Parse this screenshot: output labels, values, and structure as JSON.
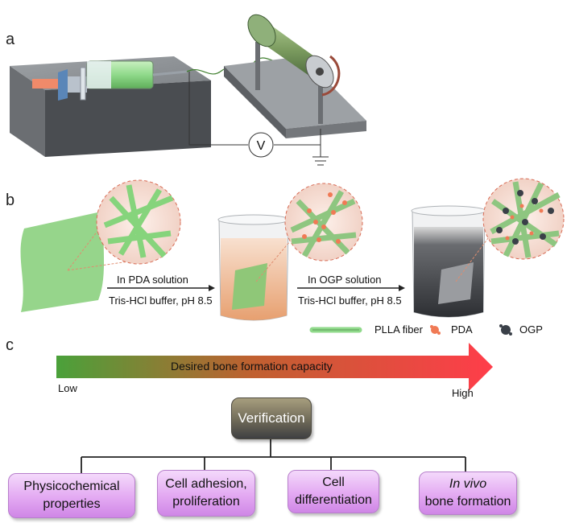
{
  "panels": {
    "a": "a",
    "b": "b",
    "c": "c"
  },
  "panel_a": {
    "voltage_label": "V"
  },
  "panel_b": {
    "step1_top": "In PDA solution",
    "step1_bottom": "Tris-HCl buffer, pH 8.5",
    "step2_top": "In OGP solution",
    "step2_bottom": "Tris-HCl buffer, pH 8.5",
    "legend": [
      {
        "label": "PLLA fiber",
        "color": "#8fd98a"
      },
      {
        "label": "PDA",
        "color": "#f07a55"
      },
      {
        "label": "OGP",
        "color": "#3a4048"
      }
    ]
  },
  "panel_c": {
    "arrow_label": "Desired bone formation capacity",
    "low": "Low",
    "high": "High",
    "gradient_start": "#4aa13a",
    "gradient_end": "#ff3d4a",
    "root": "Verification",
    "leaves": [
      {
        "line1": "Physicochemical",
        "line2": "properties"
      },
      {
        "line1": "Cell adhesion,",
        "line2": "proliferation"
      },
      {
        "line1": "Cell",
        "line2": "differentiation"
      },
      {
        "line1": "In vivo",
        "line2": "bone formation"
      }
    ]
  }
}
